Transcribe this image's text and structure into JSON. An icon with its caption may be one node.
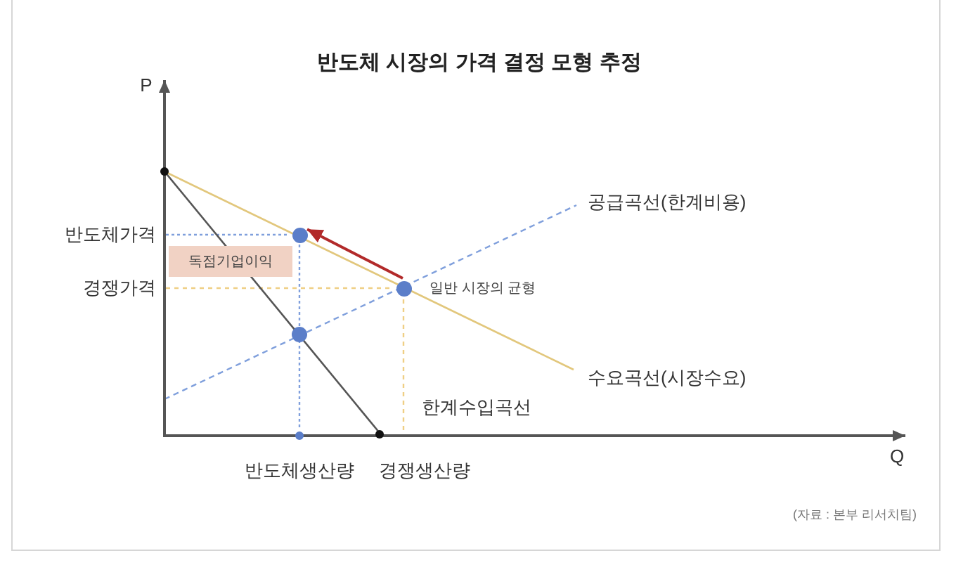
{
  "diagram": {
    "title": "반도체 시장의 가격 결정 모형 추정",
    "caption": "(자료 : 본부 리서치팀)",
    "nodes": [
      {
        "text": [
          "독점기업이익"
        ]
      },
      {
        "text": [],
        "shape": "circle"
      },
      {
        "text": [],
        "shape": "circle",
        "beside": [
          "일반 시장의 균형"
        ]
      }
    ],
    "edges": [
      {
        "from": 2,
        "to": 1,
        "arrow": "to",
        "color": "#b22a2a"
      }
    ],
    "labels": [
      "P",
      "공급곡선(한계비용)",
      "반도체가격",
      "경쟁가격",
      "수요곡선(시장수요)",
      "한계수입곡선",
      "반도체생산량",
      "경쟁생산량",
      "Q"
    ]
  }
}
